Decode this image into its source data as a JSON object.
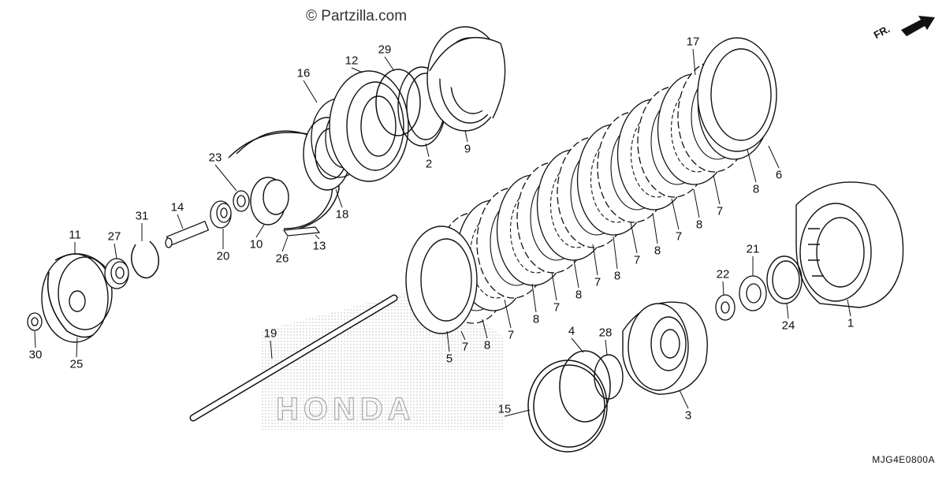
{
  "watermark": "© Partzilla.com",
  "diagram_code": "MJG4E0800A",
  "direction_label": "FR.",
  "brand_watermark": "HONDA",
  "callouts": [
    {
      "id": "1",
      "label": "1"
    },
    {
      "id": "2",
      "label": "2"
    },
    {
      "id": "3",
      "label": "3"
    },
    {
      "id": "4",
      "label": "4"
    },
    {
      "id": "5",
      "label": "5"
    },
    {
      "id": "6",
      "label": "6"
    },
    {
      "id": "7a",
      "label": "7"
    },
    {
      "id": "7b",
      "label": "7"
    },
    {
      "id": "7c",
      "label": "7"
    },
    {
      "id": "7d",
      "label": "7"
    },
    {
      "id": "7e",
      "label": "7"
    },
    {
      "id": "7f",
      "label": "7"
    },
    {
      "id": "7g",
      "label": "7"
    },
    {
      "id": "8a",
      "label": "8"
    },
    {
      "id": "8b",
      "label": "8"
    },
    {
      "id": "8c",
      "label": "8"
    },
    {
      "id": "8d",
      "label": "8"
    },
    {
      "id": "8e",
      "label": "8"
    },
    {
      "id": "8f",
      "label": "8"
    },
    {
      "id": "8g",
      "label": "8"
    },
    {
      "id": "9",
      "label": "9"
    },
    {
      "id": "10",
      "label": "10"
    },
    {
      "id": "11",
      "label": "11"
    },
    {
      "id": "12",
      "label": "12"
    },
    {
      "id": "13",
      "label": "13"
    },
    {
      "id": "14",
      "label": "14"
    },
    {
      "id": "15",
      "label": "15"
    },
    {
      "id": "16",
      "label": "16"
    },
    {
      "id": "17",
      "label": "17"
    },
    {
      "id": "18",
      "label": "18"
    },
    {
      "id": "19",
      "label": "19"
    },
    {
      "id": "20",
      "label": "20"
    },
    {
      "id": "21",
      "label": "21"
    },
    {
      "id": "22",
      "label": "22"
    },
    {
      "id": "23",
      "label": "23"
    },
    {
      "id": "24",
      "label": "24"
    },
    {
      "id": "25",
      "label": "25"
    },
    {
      "id": "26",
      "label": "26"
    },
    {
      "id": "27",
      "label": "27"
    },
    {
      "id": "28",
      "label": "28"
    },
    {
      "id": "29",
      "label": "29"
    },
    {
      "id": "30",
      "label": "30"
    },
    {
      "id": "31",
      "label": "31"
    }
  ]
}
